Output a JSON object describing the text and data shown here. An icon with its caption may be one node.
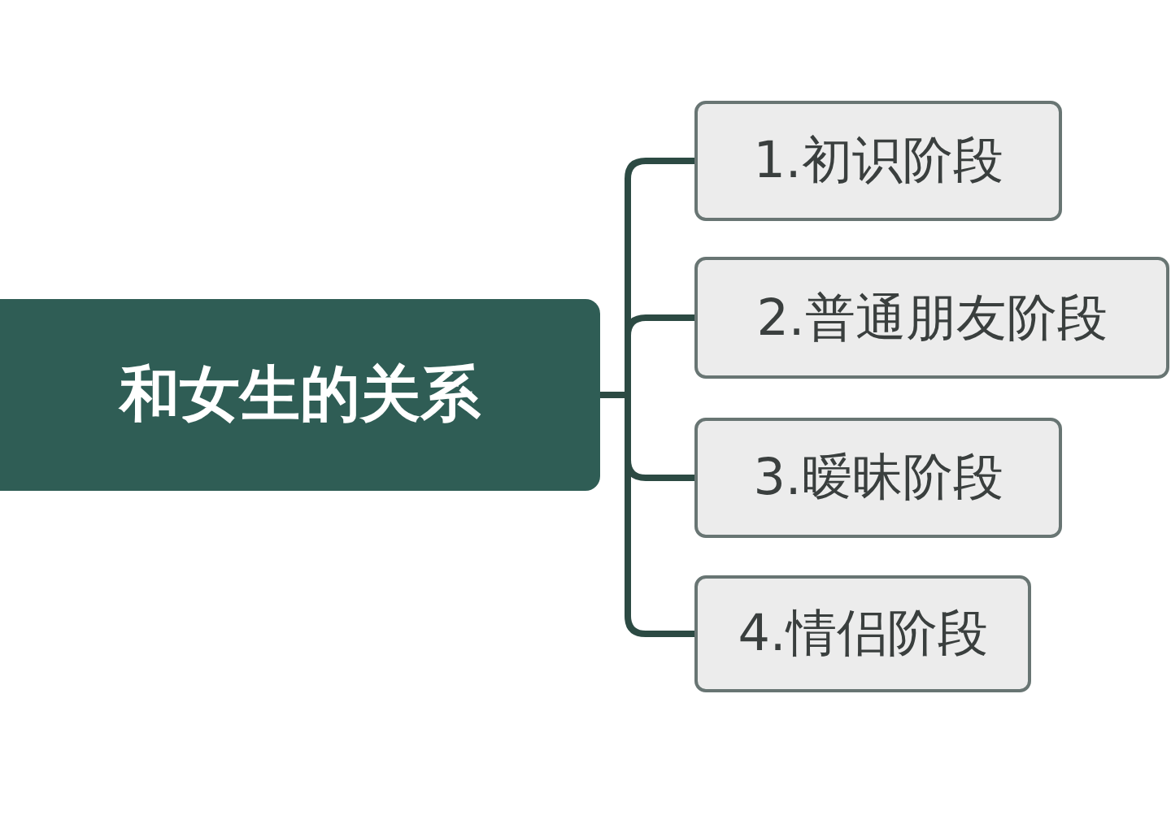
{
  "diagram": {
    "nodes": [
      {
        "text": [
          "和女生的关系"
        ]
      },
      {
        "text": [
          "1.初识阶段"
        ]
      },
      {
        "text": [
          "2.普通朋友阶段"
        ]
      },
      {
        "text": [
          "3.暧昧阶段"
        ]
      },
      {
        "text": [
          "4.情侣阶段"
        ]
      }
    ],
    "edges": [
      {
        "from": 0,
        "to": 1,
        "arrow": "none"
      },
      {
        "from": 0,
        "to": 2,
        "arrow": "none"
      },
      {
        "from": 0,
        "to": 3,
        "arrow": "none"
      },
      {
        "from": 0,
        "to": 4,
        "arrow": "none"
      }
    ]
  }
}
